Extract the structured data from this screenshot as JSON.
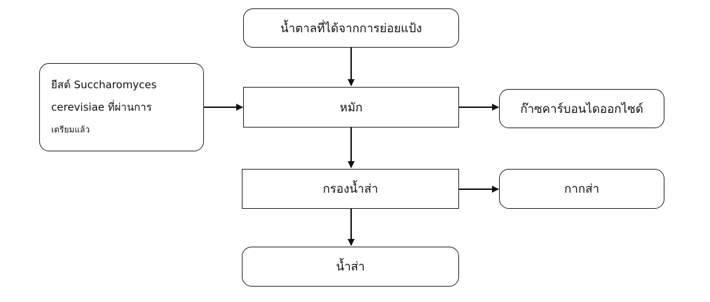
{
  "nodes": {
    "sugar": "น้ำตาลที่ได้จากการย่อยแป้ง",
    "yeast_line1": "ยีสต์ Succharomyces",
    "yeast_line2": "cerevisiae ที่ผ่านการ",
    "yeast_line3": "เตรียมแล้ว",
    "ferment": "หมัก",
    "co2": "ก๊าซคาร์บอนไดออกไซด์",
    "filter": "กรองน้ำส่า",
    "residue": "กากส่า",
    "mash": "น้ำส่า"
  },
  "edges": [
    {
      "from": "sugar",
      "to": "ferment"
    },
    {
      "from": "yeast",
      "to": "ferment"
    },
    {
      "from": "ferment",
      "to": "co2"
    },
    {
      "from": "ferment",
      "to": "filter"
    },
    {
      "from": "filter",
      "to": "residue"
    },
    {
      "from": "filter",
      "to": "mash"
    }
  ],
  "colors": {
    "stroke": "#222222",
    "background": "#ffffff"
  }
}
